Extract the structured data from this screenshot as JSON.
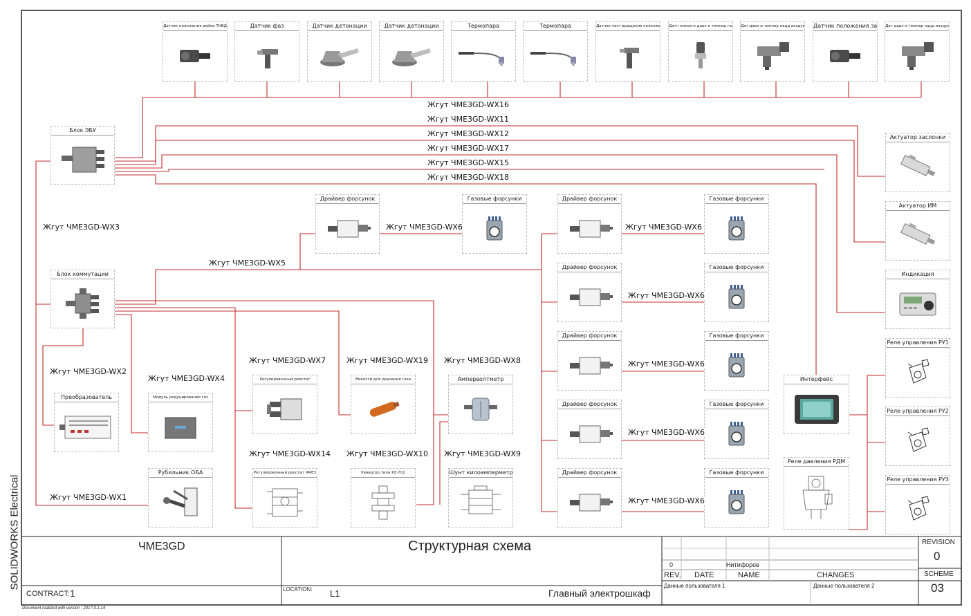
{
  "sensors": [
    {
      "label": "Датчик положения рейки ТНВД",
      "icon": "position-sensor-icon"
    },
    {
      "label": "Датчик фаз",
      "icon": "phase-sensor-icon"
    },
    {
      "label": "Датчик детонации",
      "icon": "knock-sensor-icon"
    },
    {
      "label": "Датчик детонации",
      "icon": "knock-sensor-icon"
    },
    {
      "label": "Термопара",
      "icon": "thermocouple-icon"
    },
    {
      "label": "Термопара",
      "icon": "thermocouple-icon"
    },
    {
      "label": "Датчик част вращения коленвала",
      "icon": "speed-sensor-icon"
    },
    {
      "label": "Датч низкого давл и темпер газа",
      "icon": "pressure-sensor-icon"
    },
    {
      "label": "Дат давл и темпер надд воздуха",
      "icon": "boost-sensor-icon"
    },
    {
      "label": "Датчик положения заслонки",
      "icon": "position-sensor-icon"
    },
    {
      "label": "Дат давл и темпер надд воздуха",
      "icon": "boost-sensor-icon"
    }
  ],
  "bundles": [
    "Жгут ЧМЕ3GD-WX16",
    "Жгут ЧМЕ3GD-WX11",
    "Жгут ЧМЕ3GD-WX12",
    "Жгут ЧМЕ3GD-WX17",
    "Жгут ЧМЕ3GD-WX15",
    "Жгут ЧМЕ3GD-WX18"
  ],
  "blocks": {
    "ecu": "Блок ЭБУ",
    "switch": "Блок коммутации",
    "converter": "Преобразователь",
    "gas_module": "Модуль редуцирования газ",
    "switch_oba": "Рубильник ОБА",
    "rheostat": "Регулировочный реостат",
    "rheostat2": "Регулировочный реостат ЧМЕ3",
    "gas_tank": "Емкости для хранения газа",
    "reverser": "Реверсор типа PZ-702",
    "ammeter": "Амперволтметр",
    "shunt": "Шунт килоамперметра",
    "interface": "Интерфейс",
    "pressure_relay": "Реле давления РДМ",
    "actuator_flap": "Актуатор заслонки",
    "actuator_im": "Актуатор ИМ",
    "indication": "Индикация",
    "relay1": "Реле управления РУ1",
    "relay2": "Реле управления РУ2",
    "relay3": "Реле управления РУ3",
    "driver": "Драйвер форсунок",
    "injectors": "Газовые форсунки"
  },
  "harness": {
    "wx3": "Жгут ЧМЕ3GD-WX3",
    "wx5": "Жгут ЧМЕ3GD-WX5",
    "wx6": "Жгут ЧМЕ3GD-WX6",
    "wx2": "Жгут ЧМЕ3GD-WX2",
    "wx4": "Жгут ЧМЕ3GD-WX4",
    "wx1": "Жгут ЧМЕ3GD-WX1",
    "wx7": "Жгут ЧМЕ3GD-WX7",
    "wx19": "Жгут ЧМЕ3GD-WX19",
    "wx8": "Жгут ЧМЕ3GD-WX8",
    "wx14": "Жгут ЧМЕ3GD-WX14",
    "wx10": "Жгут ЧМЕ3GD-WX10",
    "wx9": "Жгут ЧМЕ3GD-WX9"
  },
  "titleblock": {
    "project": "ЧМЕ3GD",
    "title": "Структурная схема",
    "contract_label": "CONTRACT:",
    "contract": "1",
    "location_label": "LOCATION:",
    "location": "L1",
    "cabinet": "Главный электрошкаф",
    "rev_value": "0",
    "author": "Нитифоров",
    "h_rev": "REV.",
    "h_date": "DATE",
    "h_name": "NAME",
    "h_changes": "CHANGES",
    "user1": "Данные пользователя 1",
    "user2": "Данные пользователя 2",
    "revision_label": "REVISION",
    "revision": "0",
    "scheme_label": "SCHEME",
    "scheme": "03"
  },
  "side_label": "SOLIDWORKS Electrical",
  "footer": "Document realized with version : 2017.0.1.14",
  "colors": {
    "wire": "#c62828",
    "frame": "#222222"
  }
}
